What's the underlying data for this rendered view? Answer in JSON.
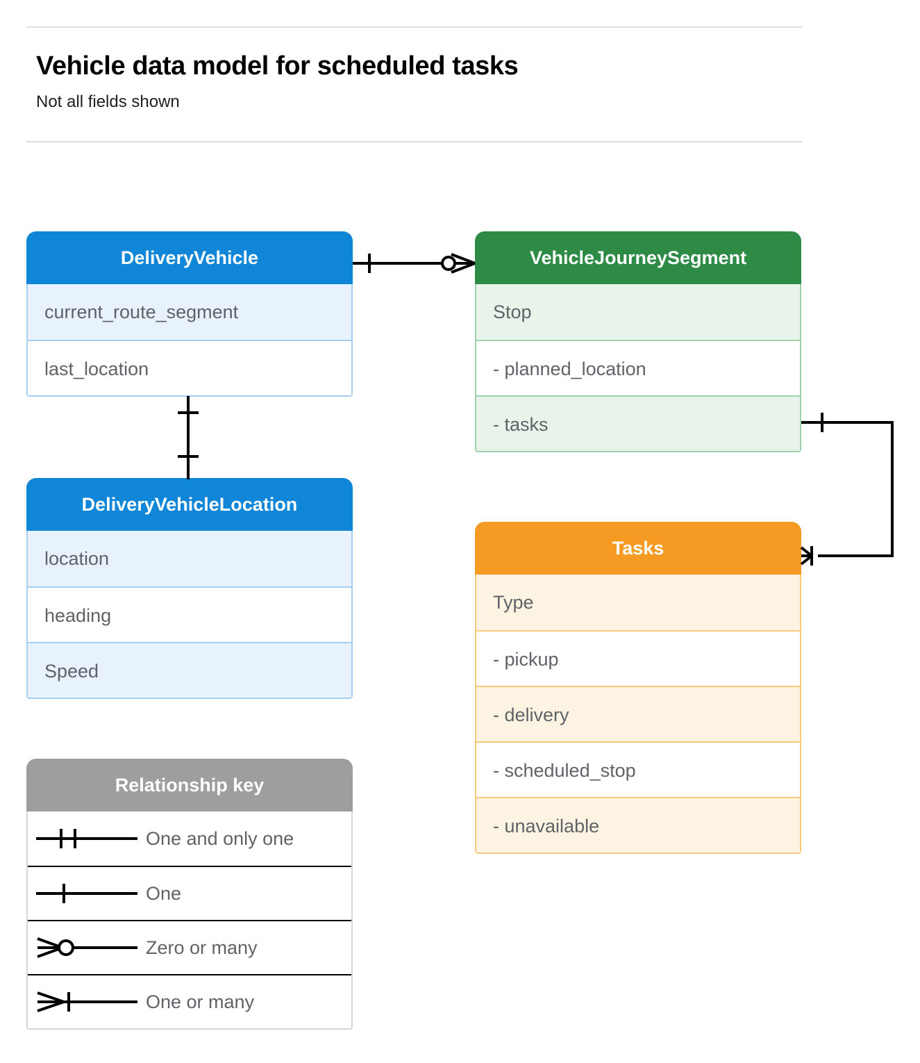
{
  "header": {
    "title": "Vehicle data model for scheduled tasks",
    "subtitle": "Not all fields shown"
  },
  "colors": {
    "blue_header": "#0f86d8",
    "blue_row": "#e8f2fc",
    "blue_border": "#a5cff0",
    "green_header": "#2e8b46",
    "green_row": "#e8f4ea",
    "green_border": "#9ed0ab",
    "orange_header": "#f59a23",
    "orange_row": "#fdf3e3",
    "orange_border": "#f9c97a",
    "gray_header": "#9e9e9e",
    "gray_row": "#eaeaea",
    "gray_border": "#d6d6d6",
    "connector": "#000000",
    "rule": "#dadce0",
    "text": "#5f6368"
  },
  "entities": [
    {
      "id": "delivery-vehicle",
      "title": "DeliveryVehicle",
      "theme": "blue",
      "rows": [
        "current_route_segment",
        "last_location"
      ]
    },
    {
      "id": "vehicle-journey-segment",
      "title": "VehicleJourneySegment",
      "theme": "green",
      "rows": [
        "Stop",
        "-  planned_location",
        "- tasks"
      ]
    },
    {
      "id": "delivery-vehicle-location",
      "title": "DeliveryVehicleLocation",
      "theme": "blue",
      "rows": [
        "location",
        "heading",
        "Speed"
      ]
    },
    {
      "id": "tasks",
      "title": "Tasks",
      "theme": "orange",
      "rows": [
        "Type",
        "-  pickup",
        "-  delivery",
        "-  scheduled_stop",
        "-  unavailable"
      ]
    }
  ],
  "legend": {
    "title": "Relationship key",
    "items": [
      {
        "symbol": "one-and-only-one",
        "label": "One and only one"
      },
      {
        "symbol": "one",
        "label": "One"
      },
      {
        "symbol": "zero-or-many",
        "label": "Zero or many"
      },
      {
        "symbol": "one-or-many",
        "label": "One or many"
      }
    ]
  },
  "relationships": [
    {
      "id": "vehicle-to-journey-segment",
      "from": "delivery-vehicle",
      "to": "vehicle-journey-segment",
      "from_cardinality": "one",
      "to_cardinality": "zero-or-many"
    },
    {
      "id": "vehicle-to-vehicle-location",
      "from": "delivery-vehicle",
      "to": "delivery-vehicle-location",
      "from_cardinality": "one",
      "to_cardinality": "one"
    },
    {
      "id": "journey-segment-to-tasks",
      "from": "vehicle-journey-segment",
      "to": "tasks",
      "from_cardinality": "one",
      "to_cardinality": "one-or-many"
    }
  ]
}
